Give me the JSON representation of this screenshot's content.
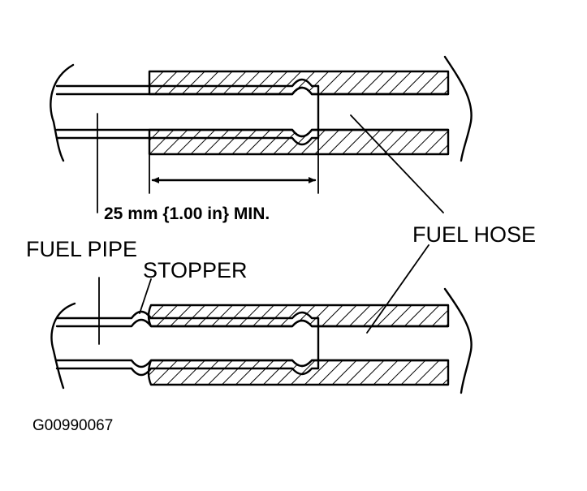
{
  "diagram": {
    "dimension_text": "25 mm {1.00 in} MIN.",
    "labels": {
      "fuel_pipe": "FUEL PIPE",
      "stopper": "STOPPER",
      "fuel_hose": "FUEL HOSE"
    },
    "figure_code": "G00990067"
  },
  "colors": {
    "ink": "#000000",
    "background": "#ffffff"
  }
}
